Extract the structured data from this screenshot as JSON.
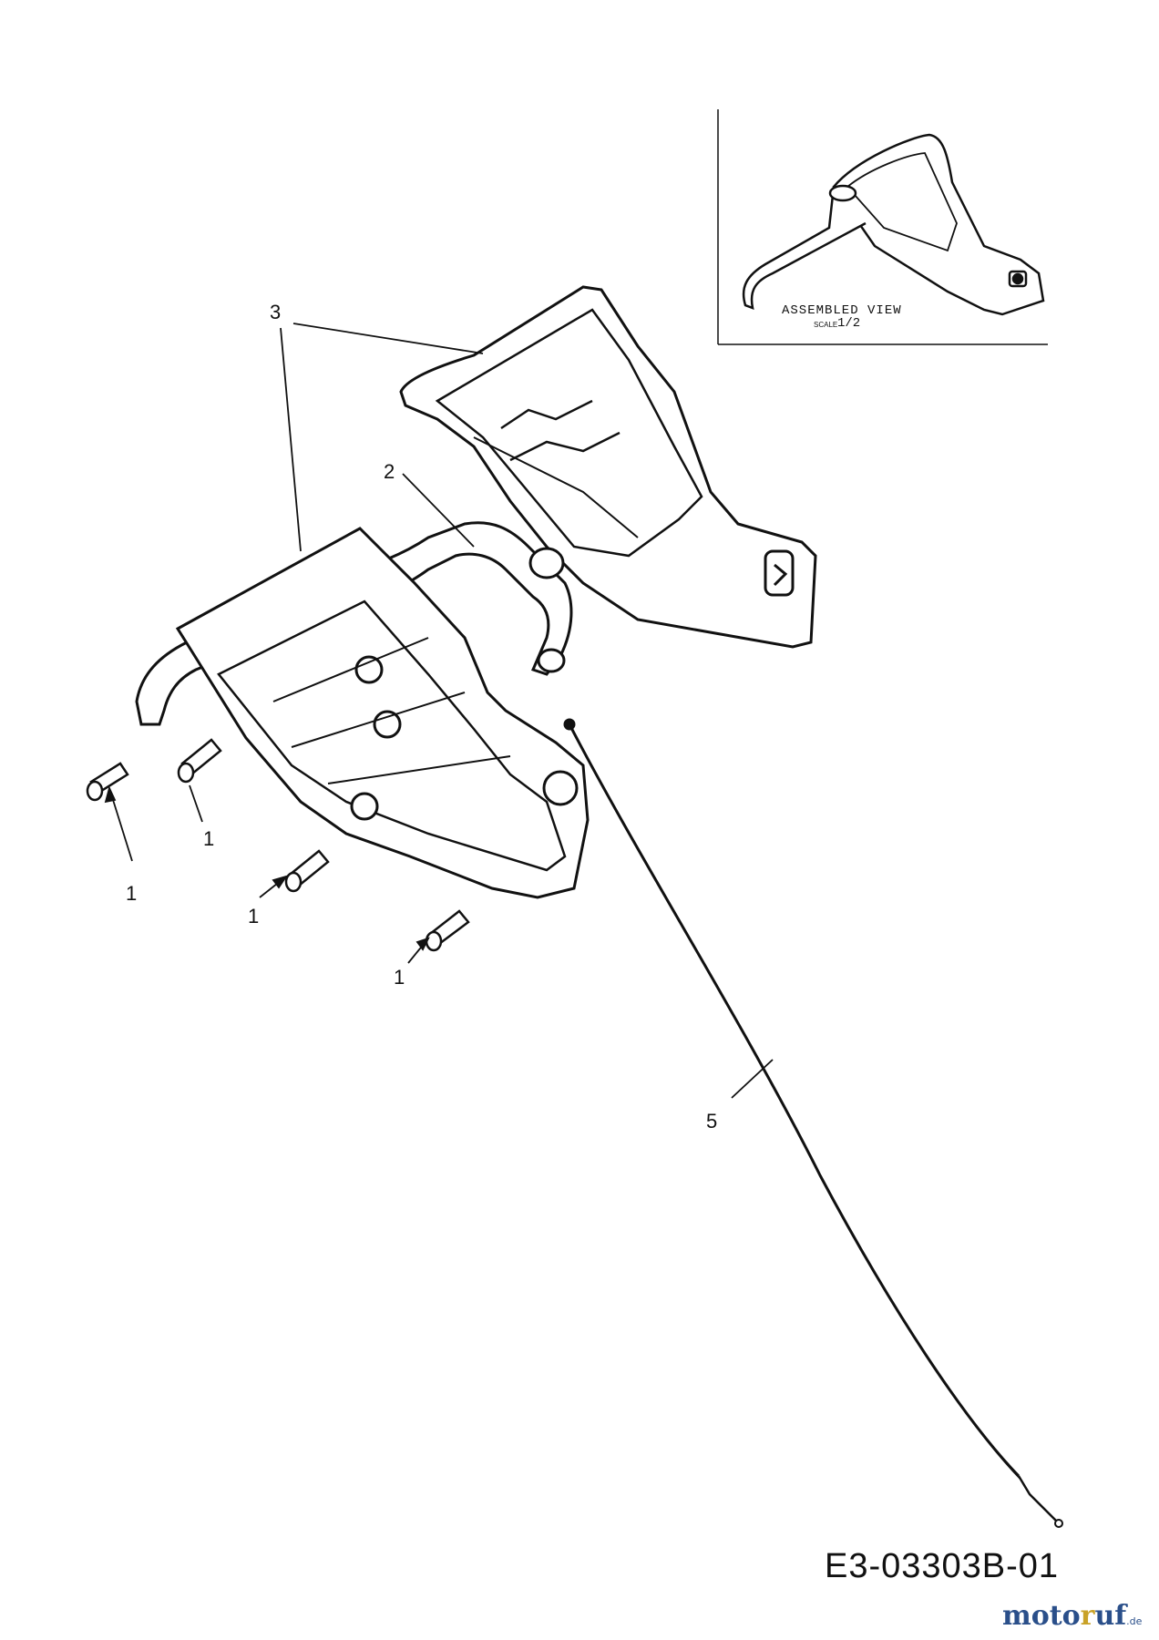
{
  "callouts": {
    "part_3": "3",
    "part_2": "2",
    "part_1a": "1",
    "part_1b": "1",
    "part_1c": "1",
    "part_1d": "1",
    "part_5": "5"
  },
  "inset": {
    "title": "ASSEMBLED VIEW",
    "scale_label": "SCALE",
    "scale_value": "1/2"
  },
  "drawing_number": "E3-03303B-01",
  "brand": {
    "part1": "moto",
    "part2": "r",
    "part3": "uf",
    "tld": ".de"
  },
  "colors": {
    "line": "#111111",
    "brand_blue": "#2a4f8a",
    "brand_gold": "#c9a227"
  }
}
